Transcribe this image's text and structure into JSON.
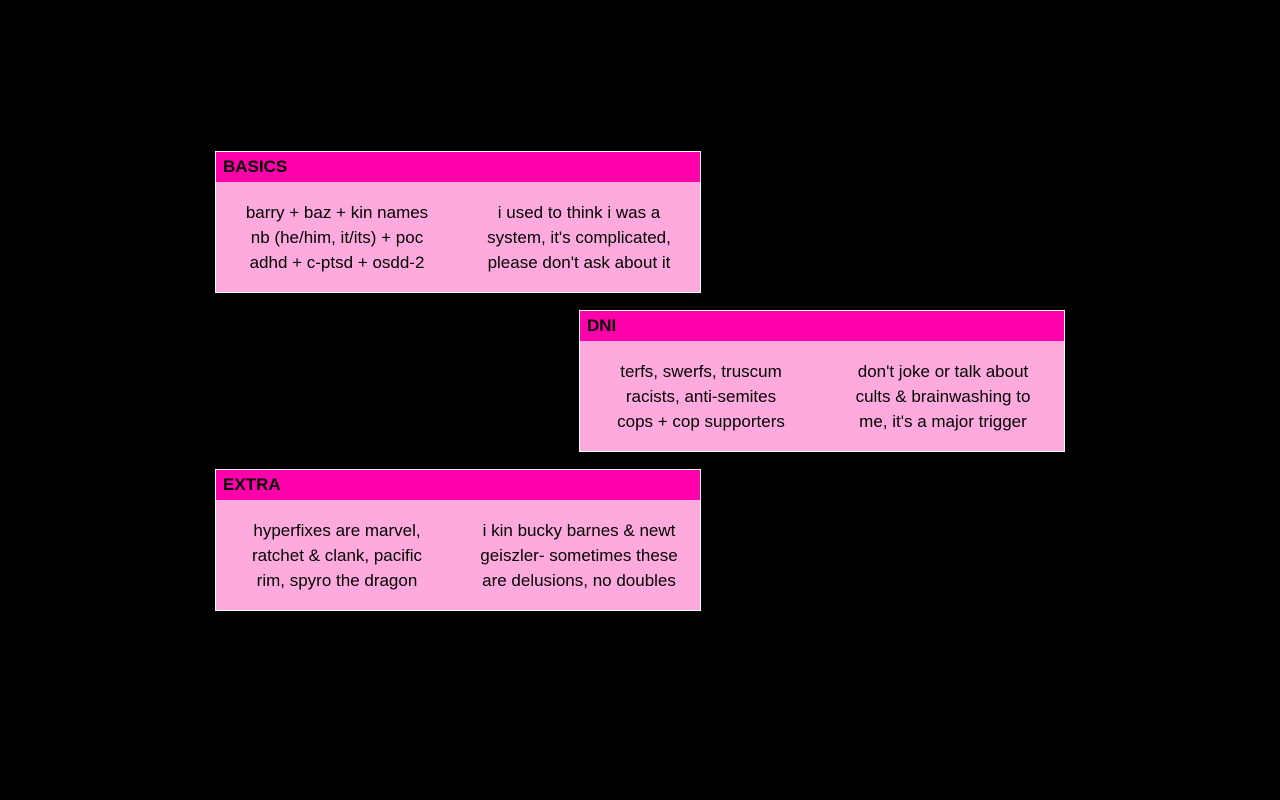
{
  "colors": {
    "background": "#000000",
    "header": "#ff00aa",
    "body": "#ffaade",
    "border": "#ffffff"
  },
  "basics": {
    "title": "BASICS",
    "left": [
      "barry + baz + kin names",
      "nb (he/him, it/its) + poc",
      "adhd + c-ptsd + osdd-2"
    ],
    "right": [
      "i used to think i was a",
      "system, it's complicated,",
      "please don't ask about it"
    ]
  },
  "dni": {
    "title": "DNI",
    "left": [
      "terfs, swerfs, truscum",
      "racists, anti-semites",
      "cops + cop supporters"
    ],
    "right": [
      "don't joke or talk about",
      "cults & brainwashing to",
      "me, it's a major trigger"
    ]
  },
  "extra": {
    "title": "EXTRA",
    "left": [
      "hyperfixes are marvel,",
      "ratchet & clank, pacific",
      "rim, spyro the dragon"
    ],
    "right": [
      "i kin bucky barnes & newt",
      "geiszler- sometimes these",
      "are delusions, no doubles"
    ]
  }
}
